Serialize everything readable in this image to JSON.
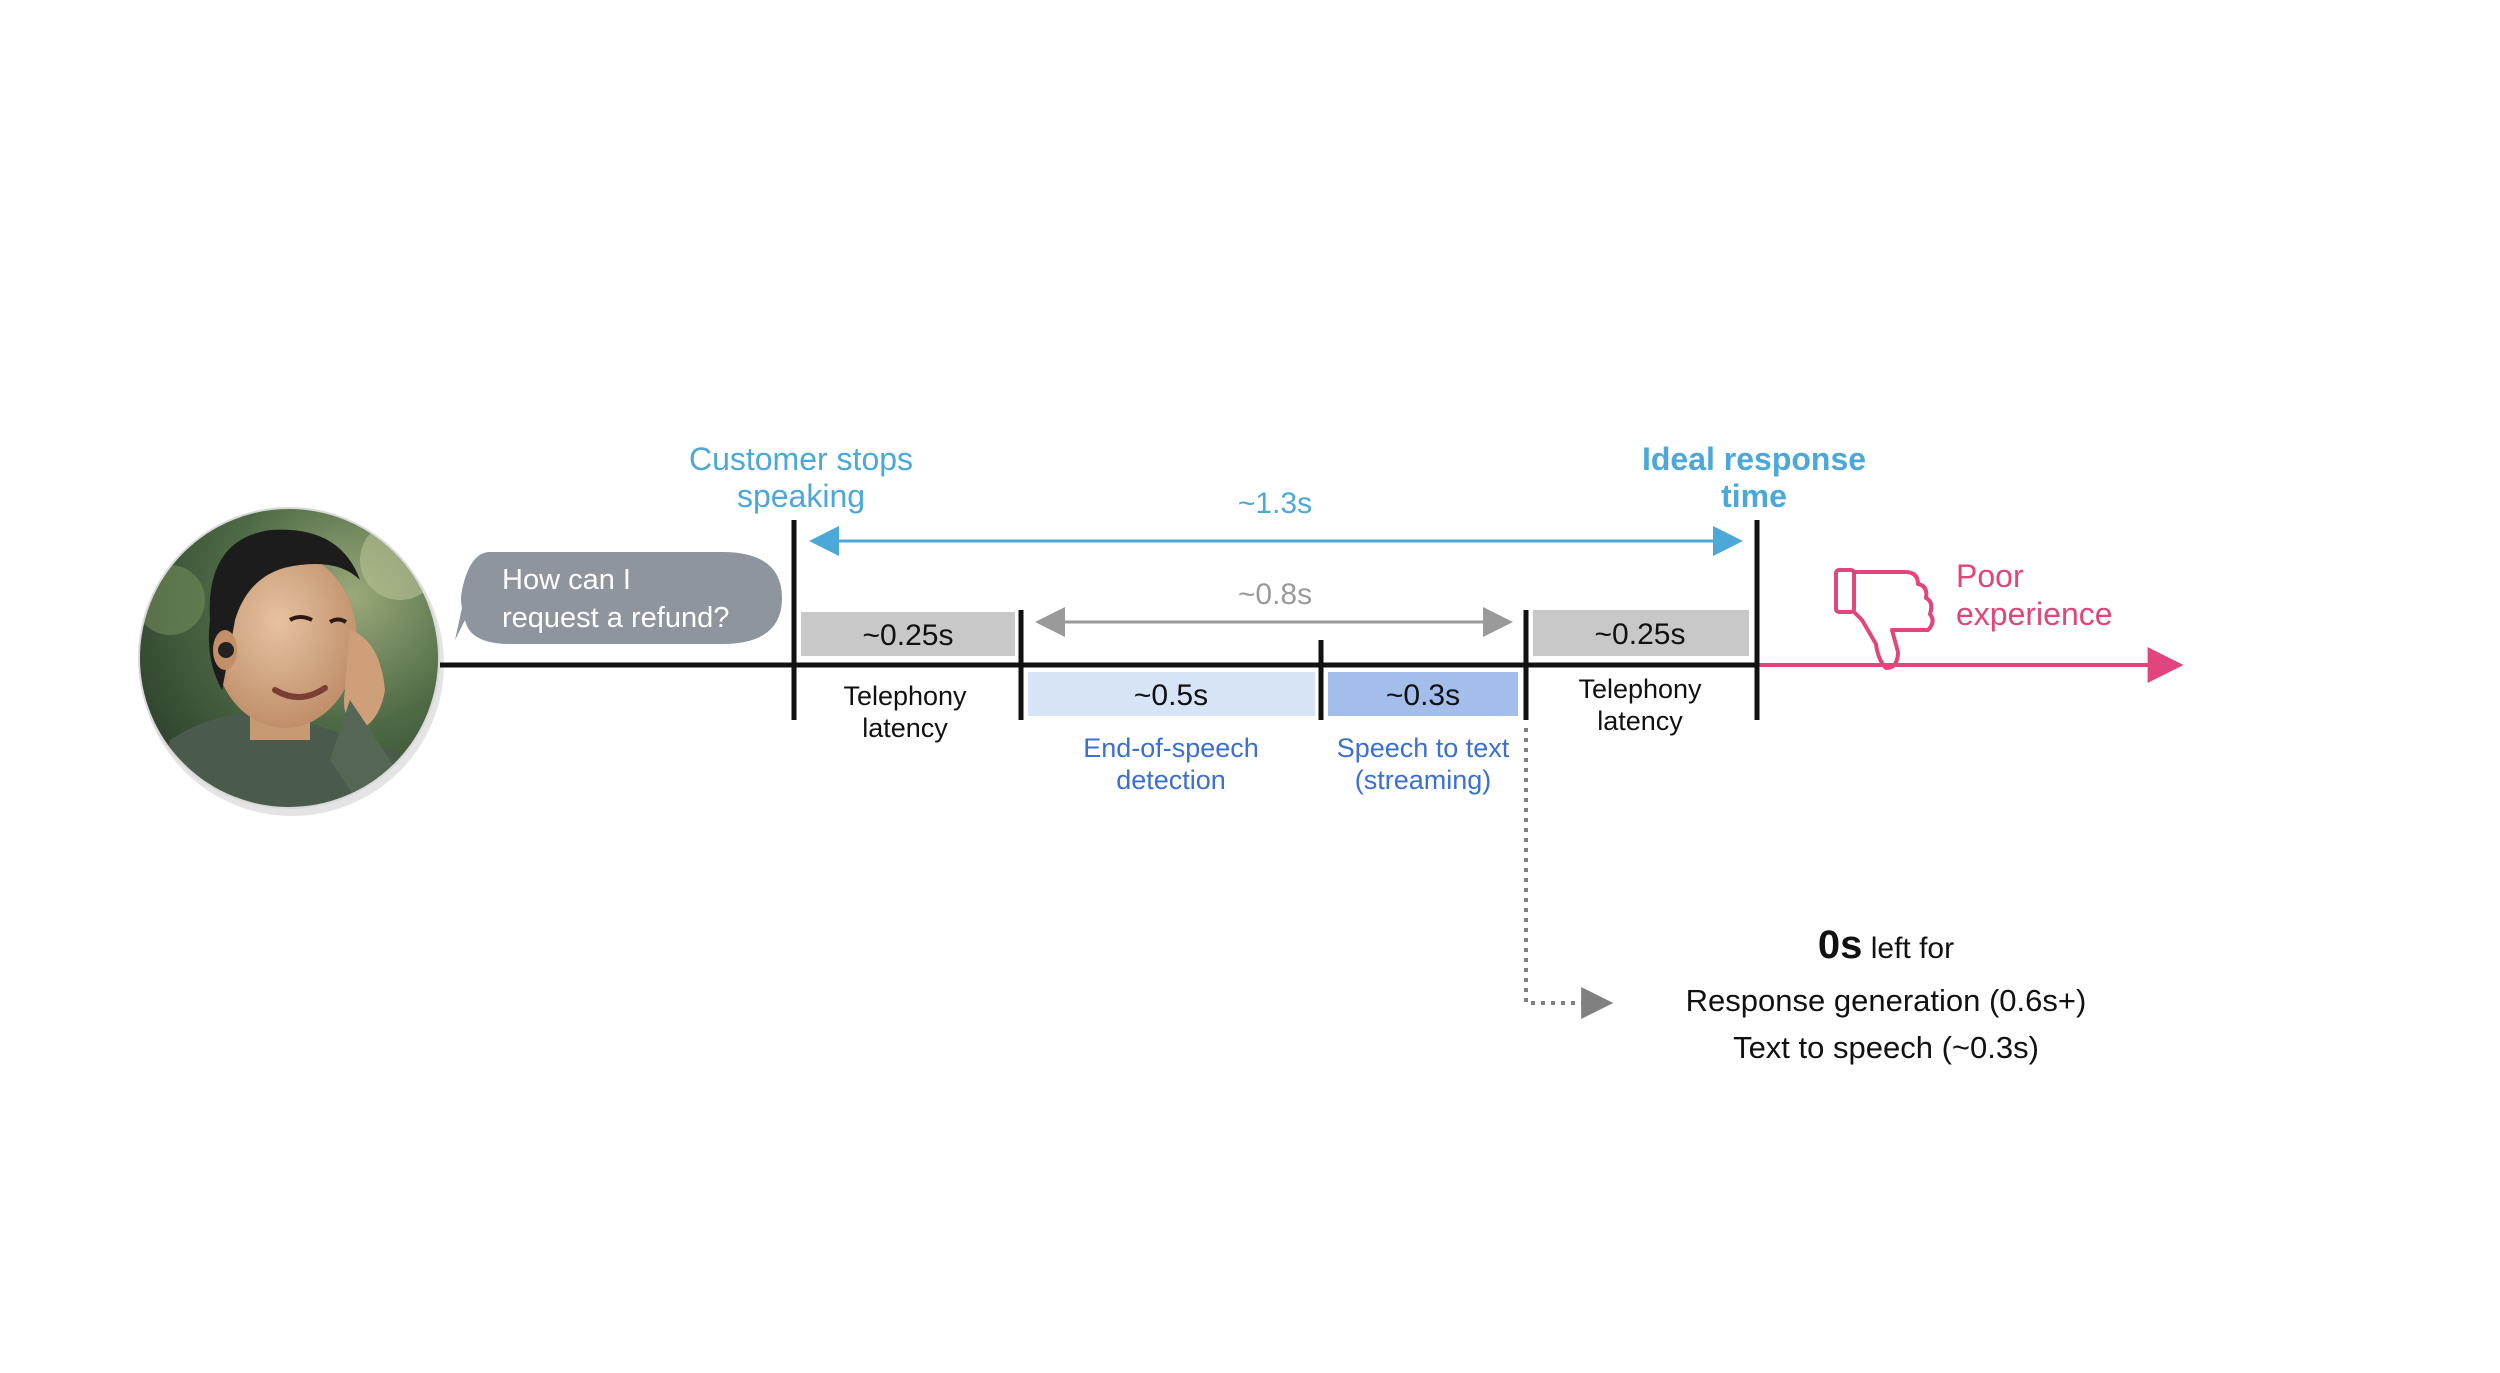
{
  "speech_bubble": {
    "line1": "How can I",
    "line2": "request a refund?"
  },
  "markers": {
    "customer_stops_line1": "Customer stops",
    "customer_stops_line2": "speaking",
    "ideal_response_line1": "Ideal response",
    "ideal_response_line2": "time"
  },
  "spans": {
    "total": "~1.3s",
    "middle": "~0.8s"
  },
  "segments": [
    {
      "duration": "~0.25s",
      "label_line1": "Telephony",
      "label_line2": "latency"
    },
    {
      "duration": "~0.5s",
      "label_line1": "End-of-speech",
      "label_line2": "detection"
    },
    {
      "duration": "~0.3s",
      "label_line1": "Speech to text",
      "label_line2": "(streaming)"
    },
    {
      "duration": "~0.25s",
      "label_line1": "Telephony",
      "label_line2": "latency"
    }
  ],
  "outcome": {
    "line1": "Poor",
    "line2": "experience",
    "icon": "thumbs-down-icon"
  },
  "remaining": {
    "zero_value": "0s",
    "left_for": "left for",
    "item1": "Response generation (0.6s+)",
    "item2": "Text to speech (~0.3s)"
  },
  "colors": {
    "accent_blue": "#4BA8D8",
    "label_blue": "#3B6FD4",
    "pink": "#E0457B",
    "gray_box": "#C8C8C8",
    "light_blue_box": "#D6E4F6",
    "mid_blue_box": "#A3BEEA",
    "bubble_gray": "#8E959C",
    "span_gray": "#9A9A9A"
  }
}
